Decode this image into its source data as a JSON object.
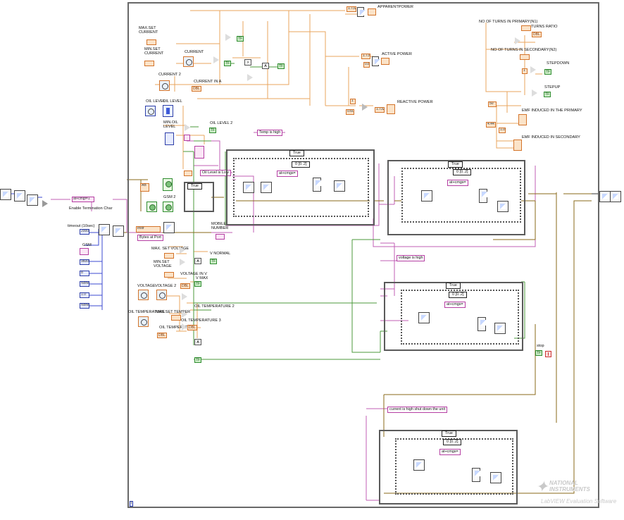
{
  "diagram": {
    "labels": {
      "apparent_power": "APPARENTPOWER",
      "active_power": "ACTIVE POWER",
      "reactive_power": "REACTIVE POWER",
      "max_set_current": "MAX.SET\nCURRENT",
      "min_set_current": "MIN.SET\nCURRENT",
      "current": "CURRENT",
      "current_2": "CURRENT 2",
      "current_in_a": "CURRENT IN A",
      "oil_level": "OIL LEVEL",
      "oil_level_b": "OIL LEVEL",
      "min_oil_level": "MIN.OIL\nLEVEL",
      "oil_level_2": "OIL LEVEL 2",
      "no_turns_primary": "NO OF TURNS IN PRIMARY(N1)",
      "no_turns_secondary": "NO OF TURNS IN SECONDARY(N2)",
      "turns_ratio": "TURNS RATIO",
      "stepdown": "STEPDOWN",
      "stepup": "STEPUP",
      "emf_primary": "EMF INDUCED IN THE PRIMARY",
      "emf_secondary": "EMF INDUCED IN SECONDARY",
      "enable_term_char": "Enable Termination Char",
      "timeout": "timeout (10sec)",
      "gsm": "GSM",
      "gsm_2": "GSM 2",
      "mobile_number": "MOBILE\nNUMBER",
      "max_set_voltage": "MAX. SET VOLTAGE",
      "min_set_voltage": "MIN.SET\nVOLTAGE",
      "v_normal": "V NORMAL",
      "voltage_in_v": "VOLTAGE IN V",
      "voltage": "VOLTAGE",
      "voltage_2": "VOLTAGE 2",
      "v_max": "V MAX",
      "oil_temperature": "OIL TEMPERATURE",
      "max_set_temper": "MAX.SET TEMPER",
      "oil_temperature_2": "OIL TEMPERATURE 2",
      "oil_temperature_3": "OIL TEMPERATURE 3",
      "oil_temperatu": "OIL TEMPERATU",
      "stop": "stop"
    },
    "constants": {
      "pf_1": "1.732",
      "pf_2": "1.732",
      "pf_3": "1.732",
      "c08a": "0.8",
      "c1": "1",
      "c060": "0.60",
      "c50": "50",
      "c444": "4.44",
      "c10": "1.0",
      "timeout_val": "20000",
      "baud": "9600",
      "c8": "8",
      "none1": "None",
      "c10b": "1.0",
      "none2": "None",
      "at_cmgf": "at+cmgf=1",
      "at_cmgs_1": "at+cmgs=",
      "at_cmgs_2": "at+cmgs=",
      "at_cmgs_3": "at+cmgs=",
      "at_cmgs_4": "at+cmgs=",
      "bytes_at_port": "Bytes at Port",
      "true1": "True",
      "true2": "True",
      "true3": "True",
      "true4": "True",
      "true5": "True",
      "frame1": "0 [0..2]",
      "frame2": "0 [0..2]",
      "frame3": "0 [0..2]",
      "frame4": "0 [0..2]"
    },
    "messages": {
      "temp_high": "Temp is high",
      "oil_low": "Oil Level is Low",
      "voltage_high": "voltage is high",
      "current_high": "current is high shut down the unit"
    },
    "watermark": {
      "brand_line1": "NATIONAL",
      "brand_line2": "INSTRUMENTS",
      "product": "LabVIEW Evaluation Software"
    },
    "colors": {
      "orange_wire": "#e9a45e",
      "pink_wire": "#c05fb6",
      "green_wire": "#4b9a3b",
      "blue_wire": "#3b4ad0",
      "brown_wire": "#8a6a1a",
      "frame": "#686868"
    }
  }
}
